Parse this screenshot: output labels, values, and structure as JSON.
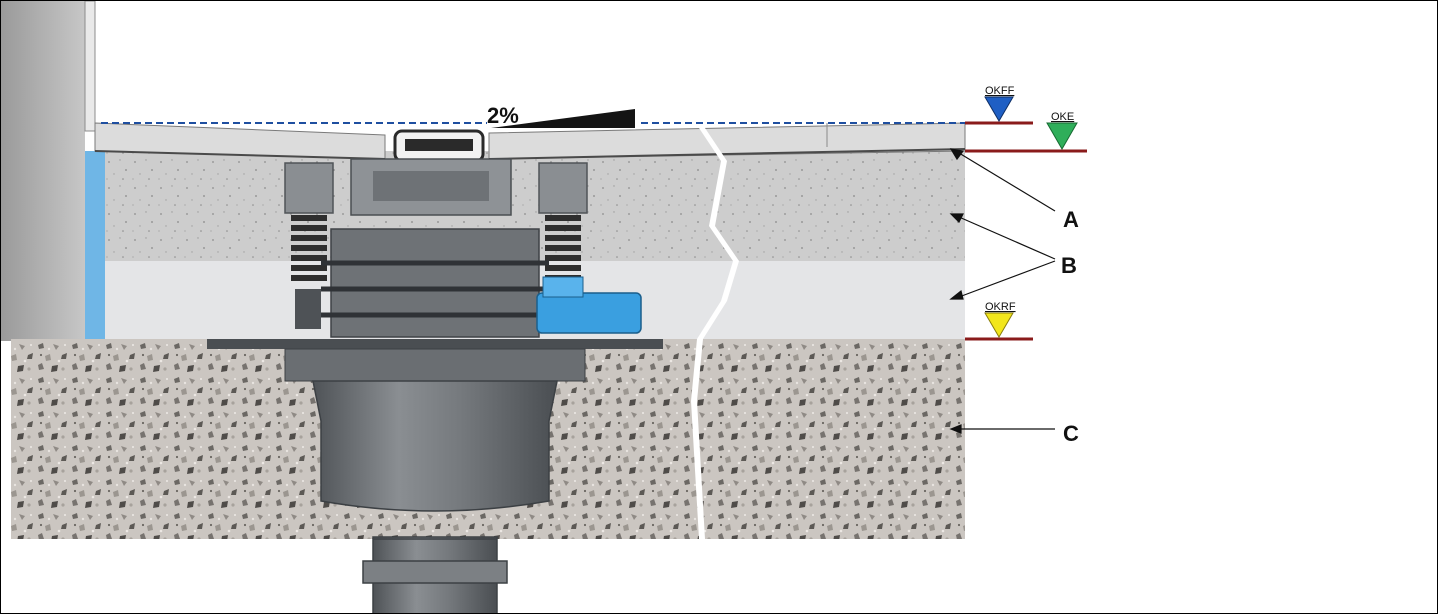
{
  "diagram": {
    "slope_label": "2%",
    "levels": {
      "okff": {
        "label": "OKFF",
        "color": "#1f5fc4"
      },
      "oke": {
        "label": "OKE",
        "color": "#2fae5a"
      },
      "okrf": {
        "label": "OKRF",
        "color": "#f2e61c"
      }
    },
    "callouts": {
      "a": "A",
      "b": "B",
      "c": "C"
    },
    "colors": {
      "level_line": "#8a1b1b",
      "waterproofing": "#6fb6e6",
      "drain_body": "#6e7276",
      "blue_fitting": "#3a9fe0",
      "screed": "#cfcfcf",
      "insulation": "#e3e4e6",
      "concrete": "#c8c2bc"
    }
  }
}
